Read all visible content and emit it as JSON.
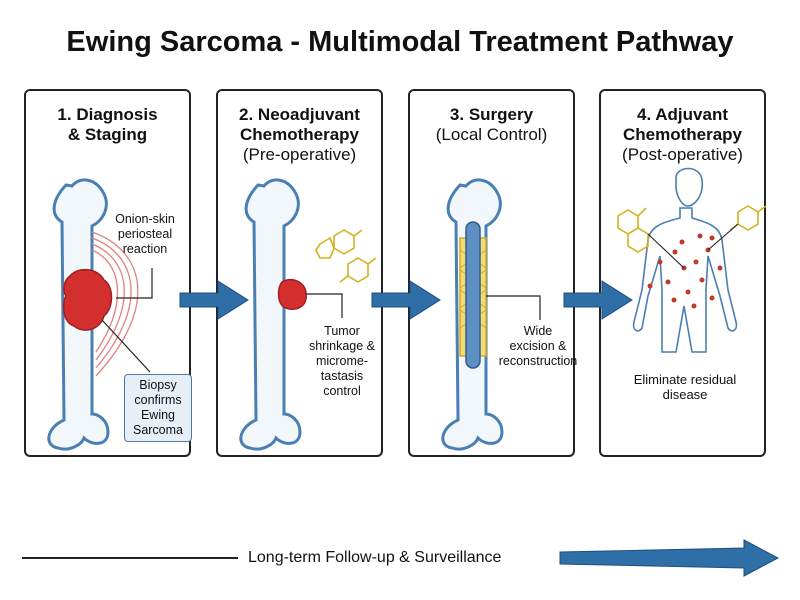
{
  "title": "Ewing Sarcoma - Multimodal Treatment Pathway",
  "panels": [
    {
      "title_lines": [
        "1. Diagnosis",
        "& Staging"
      ],
      "subtitle": ""
    },
    {
      "title_lines": [
        "2. Neoadjuvant",
        "Chemotherapy"
      ],
      "subtitle": "(Pre-operative)"
    },
    {
      "title_lines": [
        "3. Surgery"
      ],
      "subtitle": "(Local Control)"
    },
    {
      "title_lines": [
        "4. Adjuvant",
        "Chemotherapy"
      ],
      "subtitle": "(Post-operative)"
    }
  ],
  "labels": {
    "periosteal": [
      "Onion-skin",
      "periosteal",
      "reaction"
    ],
    "biopsy": [
      "Biopsy",
      "confirms",
      "Ewing",
      "Sarcoma"
    ],
    "shrinkage": [
      "Tumor",
      "shrinkage &",
      "microme-",
      "tastasis",
      "control"
    ],
    "excision": [
      "Wide",
      "excision &",
      "reconstruction"
    ],
    "residual": [
      "Eliminate residual",
      "disease"
    ]
  },
  "footer": "Long-term Follow-up & Surveillance",
  "colors": {
    "bone_outline": "#4a7fb3",
    "bone_fill": "#f2f7fb",
    "tumor": "#d32f2f",
    "arrow": "#2f6fa8",
    "implant": "#e8c547",
    "metastasis": "#c0392b",
    "molecule": "#d4b21f"
  }
}
